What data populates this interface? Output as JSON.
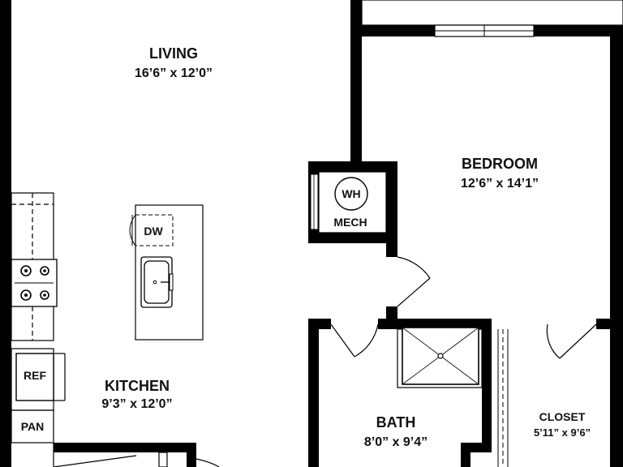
{
  "rooms": {
    "living": {
      "name": "LIVING",
      "dims": "16’6” x 12’0”"
    },
    "bedroom": {
      "name": "BEDROOM",
      "dims": "12’6” x 14’1”"
    },
    "kitchen": {
      "name": "KITCHEN",
      "dims": "9’3” x 12’0”"
    },
    "bath": {
      "name": "BATH",
      "dims": "8’0” x 9’4”"
    },
    "closet": {
      "name": "CLOSET",
      "dims": "5’11” x 9’6”"
    }
  },
  "fixtures": {
    "dishwasher": "DW",
    "water_heater": "WH",
    "mechanical": "MECH",
    "refrigerator": "REF",
    "pantry": "PAN"
  }
}
